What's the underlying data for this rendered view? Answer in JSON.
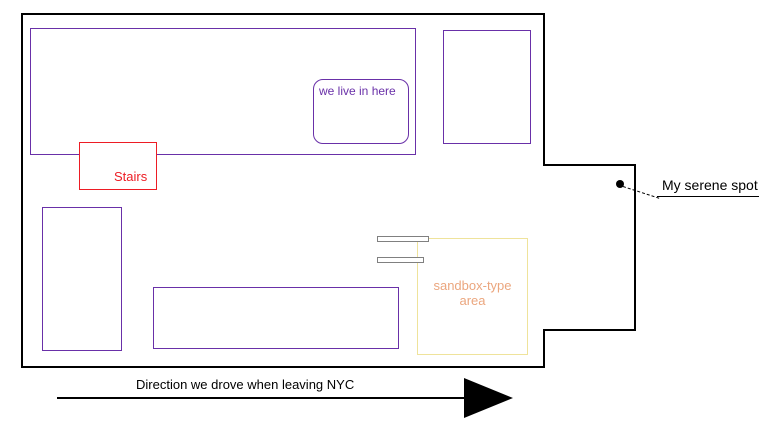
{
  "diagram": {
    "type": "floor-plan-sketch",
    "labels": {
      "we_live_in_here": "we live in here",
      "stairs": "Stairs",
      "sandbox_line1": "sandbox-type",
      "sandbox_line2": "area",
      "serene_spot": "My serene spot",
      "direction_arrow": "Direction we drove when leaving NYC"
    },
    "colors": {
      "outline_black": "#000000",
      "room_purple": "#6930A8",
      "stairs_red": "#ED1C24",
      "bars_gray": "#808080",
      "sandbox_border_yellow": "#EFE39B",
      "sandbox_text_salmon": "#EBA67E"
    }
  }
}
